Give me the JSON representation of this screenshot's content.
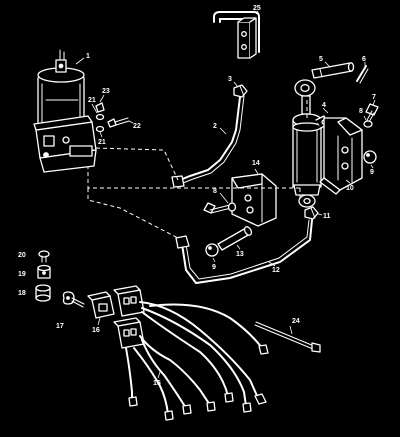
{
  "callouts": [
    {
      "id": "c1",
      "text": "1"
    },
    {
      "id": "c2",
      "text": "2"
    },
    {
      "id": "c3",
      "text": "3"
    },
    {
      "id": "c4",
      "text": "4"
    },
    {
      "id": "c5",
      "text": "5"
    },
    {
      "id": "c6",
      "text": "6"
    },
    {
      "id": "c7",
      "text": "7"
    },
    {
      "id": "c8a",
      "text": "8"
    },
    {
      "id": "c8b",
      "text": "8"
    },
    {
      "id": "c9a",
      "text": "9"
    },
    {
      "id": "c9b",
      "text": "9"
    },
    {
      "id": "c10",
      "text": "10"
    },
    {
      "id": "c11",
      "text": "11"
    },
    {
      "id": "c12",
      "text": "12"
    },
    {
      "id": "c13",
      "text": "13"
    },
    {
      "id": "c14",
      "text": "14"
    },
    {
      "id": "c15",
      "text": "15"
    },
    {
      "id": "c16",
      "text": "16"
    },
    {
      "id": "c17",
      "text": "17"
    },
    {
      "id": "c18",
      "text": "18"
    },
    {
      "id": "c19",
      "text": "19"
    },
    {
      "id": "c20",
      "text": "20"
    },
    {
      "id": "c21a",
      "text": "21"
    },
    {
      "id": "c21b",
      "text": "21"
    },
    {
      "id": "c22",
      "text": "22"
    },
    {
      "id": "c23",
      "text": "23"
    },
    {
      "id": "c24",
      "text": "24"
    },
    {
      "id": "c25",
      "text": "25"
    }
  ],
  "colors": {
    "background": "#000000",
    "lines": "#ffffff"
  }
}
